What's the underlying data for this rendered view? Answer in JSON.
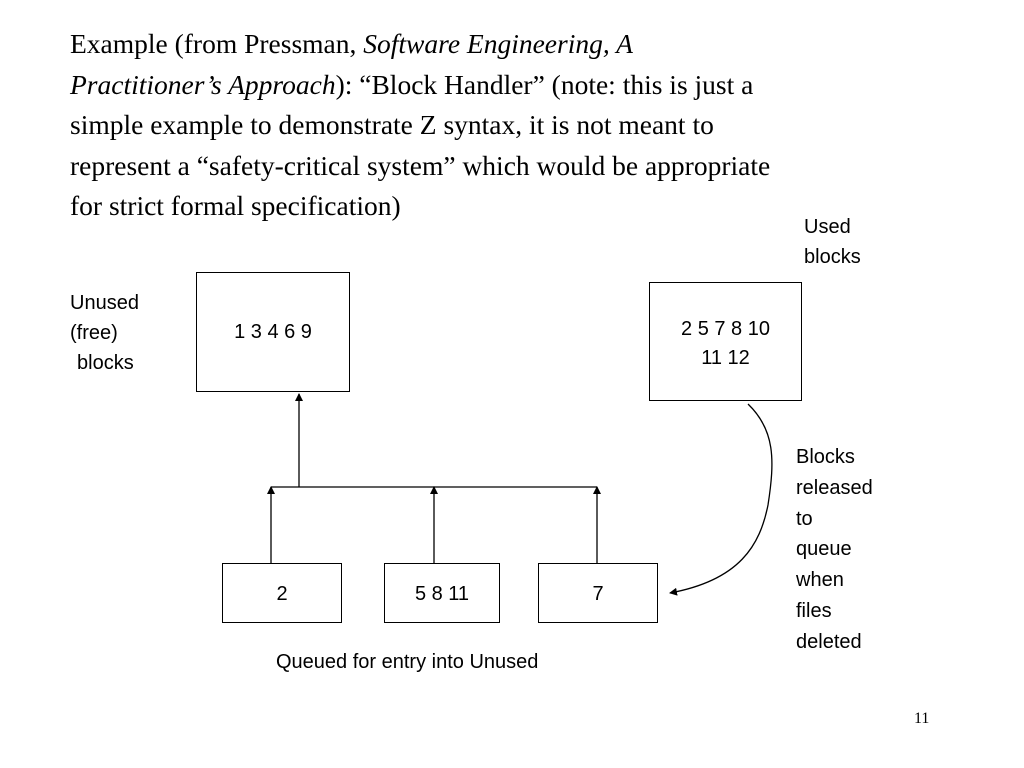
{
  "intro": {
    "line1_plain": "Example (from Pressman, ",
    "line1_italic": "Software Engineering, A",
    "line2_italic": "Practitioner’s Approach",
    "line2_plain": "): “Block Handler”  (note:  this is just a",
    "line3": "simple example to demonstrate Z syntax, it is not meant to",
    "line4": "represent a “safety-critical system” which would be appropriate",
    "line5": "for strict formal specification)"
  },
  "diagram": {
    "unused_label": {
      "line1": "Unused",
      "line2": "(free)",
      "line3": "blocks"
    },
    "unused_box": "1 3 4 6 9",
    "used_label": {
      "line1": "Used",
      "line2": "blocks"
    },
    "used_box": {
      "line1": "2 5 7 8 10",
      "line2": "11 12"
    },
    "released_label": {
      "line1": "Blocks",
      "line2": "released",
      "line3": "to",
      "line4": "queue",
      "line5": "when",
      "line6": "files",
      "line7": "deleted"
    },
    "queue_boxes": [
      "2",
      "5 8 11",
      "7"
    ],
    "queue_caption": "Queued for entry into Unused"
  },
  "page_number": "11"
}
